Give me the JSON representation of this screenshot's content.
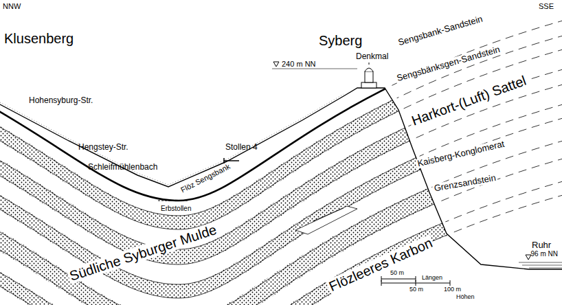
{
  "diagram": {
    "labels": [
      "NNW",
      "SSE",
      "Klusenberg",
      "Syberg",
      "Denkmal",
      "240 m NN",
      "Sengsbank-Sandstein",
      "Sengsbänksgen-Sandstein",
      "Harkort-(Luft) Sattel",
      "Kaisberg-Konglomerat",
      "Grenzsandstein",
      "Hohensyburg-Str.",
      "Hengstey-Str.",
      "Schleifmühlenbach",
      "Stollen 4",
      "Flöz Sengsbank",
      "Erbstollen",
      "Südliche Syburger Mulde",
      "Flözleeres Karbon",
      "Ruhr",
      "96 m NN",
      "50 m",
      "Längen",
      "50 m",
      "100 m",
      "Höhen"
    ]
  }
}
